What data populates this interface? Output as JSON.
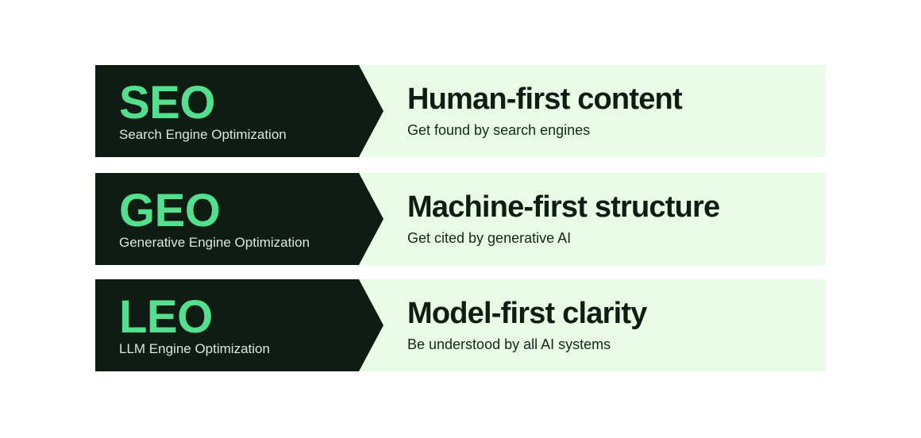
{
  "theme": {
    "page_background": "#ffffff",
    "dark_panel": "#0e1c14",
    "light_panel": "#e8fbe4",
    "accent_green": "#52e08e",
    "dark_panel_subtitle": "#dce5de",
    "headline_color": "#0e1c14"
  },
  "rows": [
    {
      "acronym": "SEO",
      "acronym_expansion": "Search Engine Optimization",
      "headline": "Human-first content",
      "subline": "Get found by search engines"
    },
    {
      "acronym": "GEO",
      "acronym_expansion": "Generative Engine Optimization",
      "headline": "Machine-first structure",
      "subline": "Get cited by generative AI"
    },
    {
      "acronym": "LEO",
      "acronym_expansion": "LLM Engine Optimization",
      "headline": "Model-first clarity",
      "subline": "Be understood by all AI systems"
    }
  ]
}
